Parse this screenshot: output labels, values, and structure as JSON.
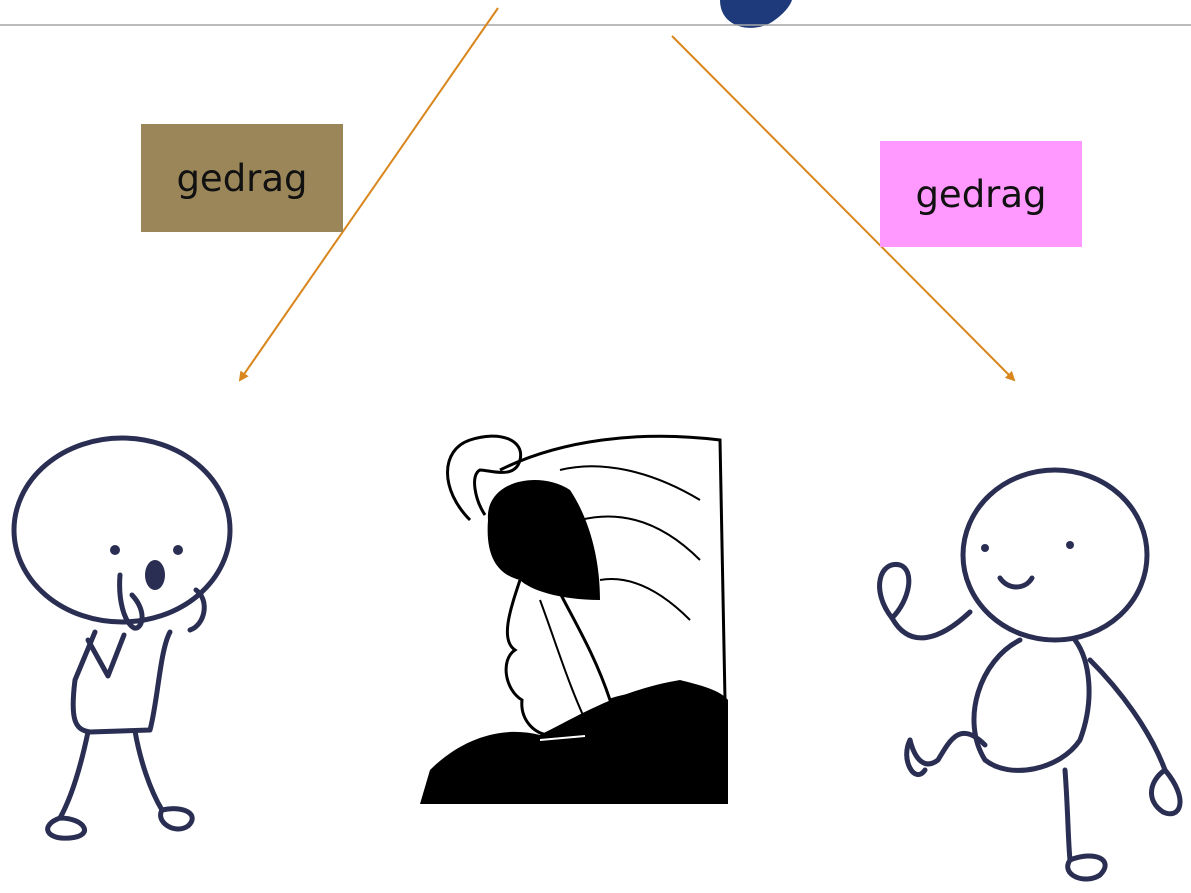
{
  "labels": {
    "left": {
      "text": "gedrag",
      "color": "#9b8659"
    },
    "right": {
      "text": "gedrag",
      "color": "#ff99ff"
    }
  },
  "colors": {
    "title_fragment": "#1f3a7a",
    "divider": "#a6a6a6",
    "arrow": "#d9861c",
    "drawing_stroke": "#2a2e52",
    "illustration_ink": "#000000"
  },
  "figures": {
    "left": "surprised-stick-figure",
    "center": "old-woman-young-woman-illusion",
    "right": "waving-stick-figure"
  }
}
